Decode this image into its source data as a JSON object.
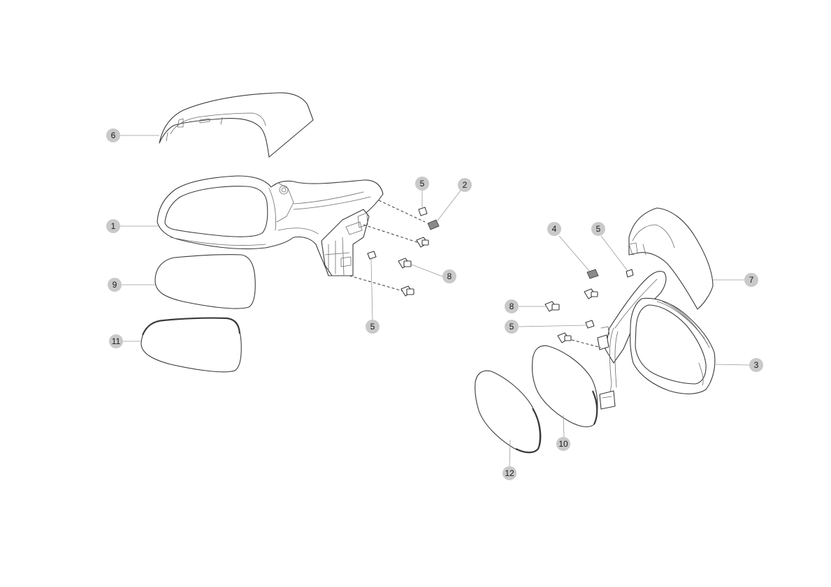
{
  "callouts": [
    {
      "id": "c6",
      "label": "6"
    },
    {
      "id": "c1",
      "label": "1"
    },
    {
      "id": "c9",
      "label": "9"
    },
    {
      "id": "c11",
      "label": "11"
    },
    {
      "id": "c5a",
      "label": "5"
    },
    {
      "id": "c2",
      "label": "2"
    },
    {
      "id": "c8a",
      "label": "8"
    },
    {
      "id": "c5b",
      "label": "5"
    },
    {
      "id": "c4",
      "label": "4"
    },
    {
      "id": "c5c",
      "label": "5"
    },
    {
      "id": "c7",
      "label": "7"
    },
    {
      "id": "c8b",
      "label": "8"
    },
    {
      "id": "c5d",
      "label": "5"
    },
    {
      "id": "c3",
      "label": "3"
    },
    {
      "id": "c10",
      "label": "10"
    },
    {
      "id": "c12",
      "label": "12"
    }
  ]
}
